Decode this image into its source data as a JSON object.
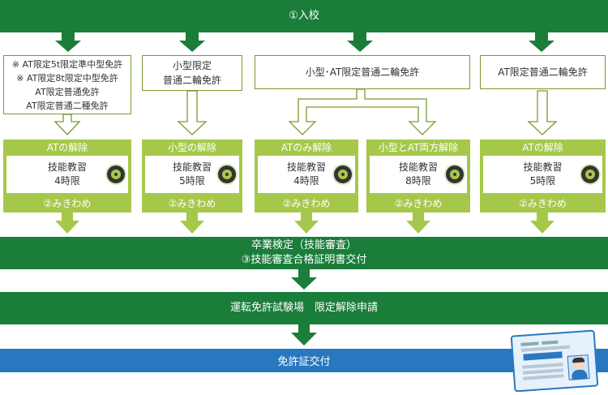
{
  "top_bar": {
    "label": "①入校"
  },
  "entry_boxes": [
    {
      "lines": [
        "※ AT限定5t限定準中型免許",
        "※ AT限定8t限定中型免許",
        "AT限定普通免許",
        "AT限定普通二種免許"
      ]
    },
    {
      "lines": [
        "小型限定",
        "普通二輪免許"
      ]
    },
    {
      "lines": [
        "小型･AT限定普通二輪免許"
      ]
    },
    {
      "lines": [
        "AT限定普通二輪免許"
      ]
    }
  ],
  "cards": [
    {
      "title": "ATの解除",
      "lesson": "技能教習",
      "hours": "4時限",
      "footer": "②みきわめ"
    },
    {
      "title": "小型の解除",
      "lesson": "技能教習",
      "hours": "5時限",
      "footer": "②みきわめ"
    },
    {
      "title": "ATのみ解除",
      "lesson": "技能教習",
      "hours": "4時限",
      "footer": "②みきわめ"
    },
    {
      "title": "小型とAT両方解除",
      "lesson": "技能教習",
      "hours": "8時限",
      "footer": "②みきわめ"
    },
    {
      "title": "ATの解除",
      "lesson": "技能教習",
      "hours": "5時限",
      "footer": "②みきわめ"
    }
  ],
  "exam_bar": {
    "line1": "卒業検定（技能審査）",
    "line2": "③技能審査合格証明書交付"
  },
  "test_center_bar": {
    "label": "運転免許試験場　限定解除申請"
  },
  "license_bar": {
    "label": "免許証交付"
  },
  "colors": {
    "dark_green": "#1a7d3a",
    "light_green": "#a6c84a",
    "blue": "#2878c0"
  },
  "icons": [
    "steering-wheel-icon",
    "license-card-icon"
  ]
}
